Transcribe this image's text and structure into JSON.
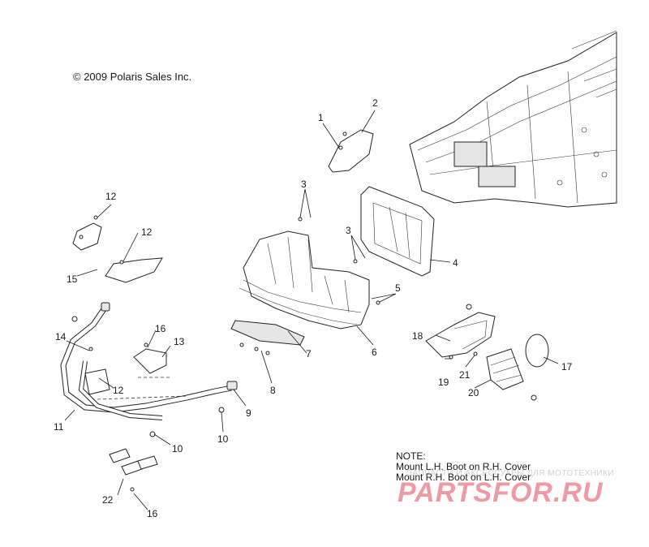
{
  "copyright": "© 2009 Polaris Sales Inc.",
  "note": {
    "heading": "NOTE:",
    "line1": "Mount L.H. Boot on R.H. Cover",
    "line2": "Mount R.H. Boot on L.H. Cover"
  },
  "watermark": {
    "tagline": "ЗАПЧАСТИ И АКСЕССУАРЫ ДЛЯ МОТОТЕХНИКИ",
    "brand": "PARTSFOR.RU"
  },
  "callouts": [
    "1",
    "2",
    "3",
    "3",
    "4",
    "5",
    "6",
    "7",
    "8",
    "9",
    "10",
    "10",
    "11",
    "12",
    "12",
    "12",
    "13",
    "14",
    "15",
    "16",
    "16",
    "17",
    "18",
    "19",
    "20",
    "21",
    "22"
  ],
  "colors": {
    "line": "#1a1a1a",
    "watermark": "#e1465a"
  }
}
